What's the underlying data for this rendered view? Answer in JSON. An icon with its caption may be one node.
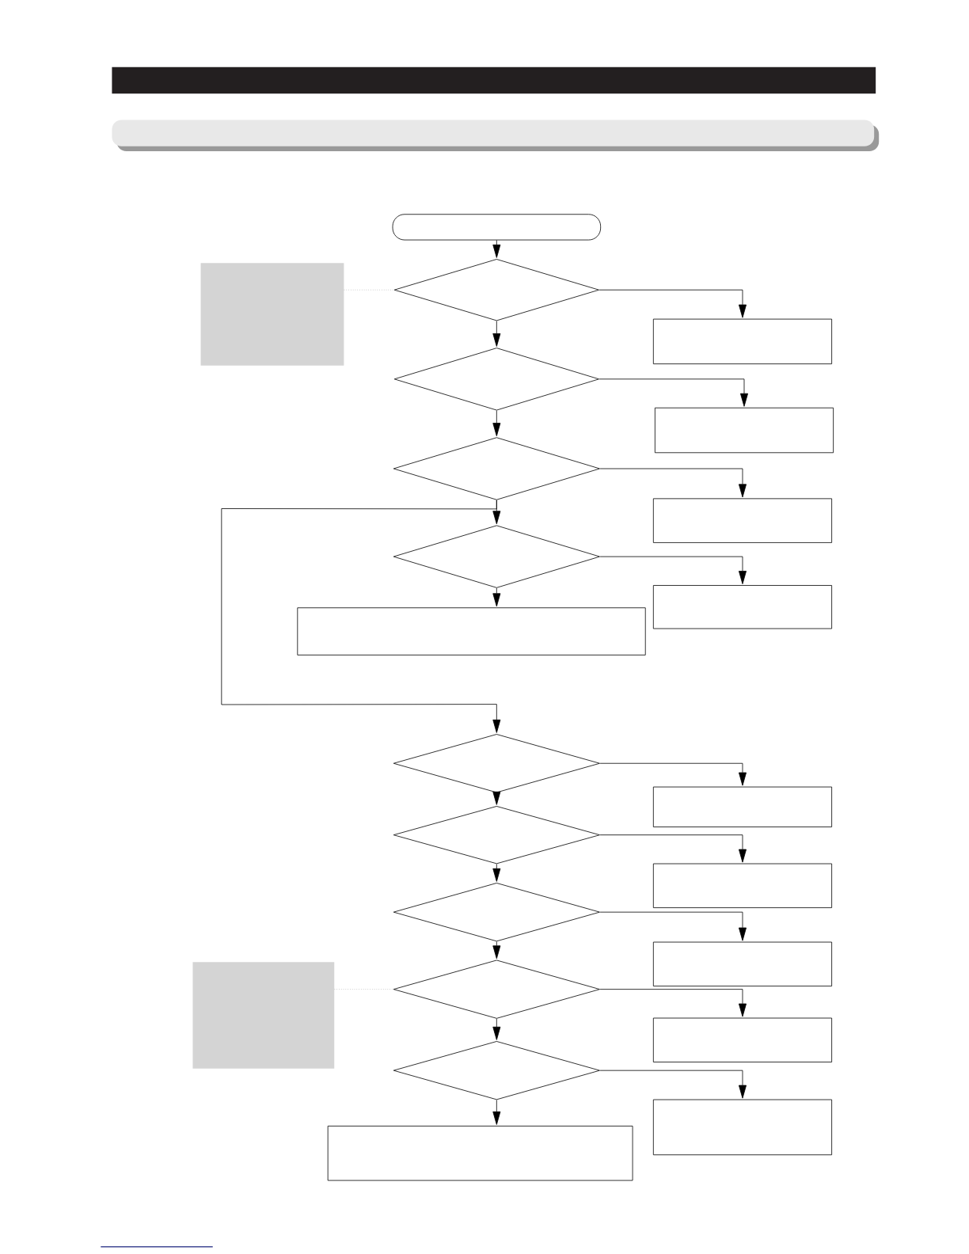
{
  "diagram": {
    "nodes": [
      {
        "text": [],
        "shape": "terminal"
      },
      {
        "text": [],
        "shape": "panel"
      },
      {
        "text": [],
        "shape": "diamond"
      },
      {
        "text": [],
        "shape": "box"
      },
      {
        "text": [],
        "shape": "diamond"
      },
      {
        "text": [],
        "shape": "box"
      },
      {
        "text": [],
        "shape": "diamond"
      },
      {
        "text": [],
        "shape": "box"
      },
      {
        "text": [],
        "shape": "diamond"
      },
      {
        "text": [],
        "shape": "box"
      },
      {
        "text": [],
        "shape": "box"
      },
      {
        "text": [],
        "shape": "diamond"
      },
      {
        "text": [],
        "shape": "box"
      },
      {
        "text": [],
        "shape": "diamond"
      },
      {
        "text": [],
        "shape": "box"
      },
      {
        "text": [],
        "shape": "diamond"
      },
      {
        "text": [],
        "shape": "box"
      },
      {
        "text": [],
        "shape": "panel"
      },
      {
        "text": [],
        "shape": "diamond"
      },
      {
        "text": [],
        "shape": "box"
      },
      {
        "text": [],
        "shape": "diamond"
      },
      {
        "text": [],
        "shape": "box"
      },
      {
        "text": [],
        "shape": "box"
      }
    ],
    "edges": [
      {
        "from": 0,
        "to": 2,
        "arrow": "to"
      },
      {
        "from": 1,
        "to": 2,
        "arrow": "none",
        "style": "dashed",
        "color": "#999999"
      },
      {
        "from": 2,
        "to": 3,
        "arrow": "to"
      },
      {
        "from": 2,
        "to": 4,
        "arrow": "to"
      },
      {
        "from": 4,
        "to": 5,
        "arrow": "to"
      },
      {
        "from": 4,
        "to": 6,
        "arrow": "to"
      },
      {
        "from": 6,
        "to": 7,
        "arrow": "to"
      },
      {
        "from": 6,
        "to": 8,
        "arrow": "to"
      },
      {
        "from": 6,
        "to": 11,
        "arrow": "to"
      },
      {
        "from": 8,
        "to": 9,
        "arrow": "to"
      },
      {
        "from": 8,
        "to": 10,
        "arrow": "to"
      },
      {
        "from": 11,
        "to": 12,
        "arrow": "to"
      },
      {
        "from": 11,
        "to": 13,
        "arrow": "to"
      },
      {
        "from": 13,
        "to": 14,
        "arrow": "to"
      },
      {
        "from": 13,
        "to": 15,
        "arrow": "to"
      },
      {
        "from": 15,
        "to": 16,
        "arrow": "to"
      },
      {
        "from": 15,
        "to": 18,
        "arrow": "to"
      },
      {
        "from": 17,
        "to": 18,
        "arrow": "none",
        "style": "dashed",
        "color": "#999999"
      },
      {
        "from": 18,
        "to": 19,
        "arrow": "to"
      },
      {
        "from": 18,
        "to": 20,
        "arrow": "to"
      },
      {
        "from": 20,
        "to": 21,
        "arrow": "to"
      },
      {
        "from": 20,
        "to": 22,
        "arrow": "to"
      }
    ]
  }
}
